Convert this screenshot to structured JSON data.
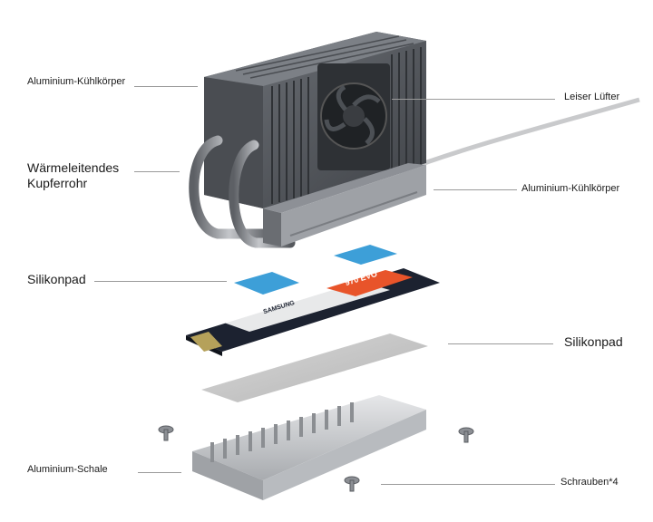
{
  "labels": {
    "heatsink_top": "Aluminium-Kühlkörper",
    "fan": "Leiser Lüfter",
    "heatpipe_line1": "Wärmeleitendes",
    "heatpipe_line2": "Kupferrohr",
    "heatsink_bottom": "Aluminium-Kühlkörper",
    "pad_top": "Silikonpad",
    "pad_bottom": "Silikonpad",
    "shell": "Aluminium-Schale",
    "screws": "Schrauben*4"
  },
  "ssd": {
    "brand": "SAMSUNG",
    "model": "970 EVO"
  },
  "colors": {
    "heatsink": "#5a5d63",
    "heatsink_dark": "#3d4045",
    "copper_pipe": "#8a8c90",
    "silicone_pad": "#3d9fd8",
    "ssd_pcb": "#1c2230",
    "ssd_label_orange": "#e8542a",
    "thermal_pad_gray": "#c9c9c9",
    "shell_silver": "#cfd1d4",
    "leader_line": "#9a9a9a"
  }
}
